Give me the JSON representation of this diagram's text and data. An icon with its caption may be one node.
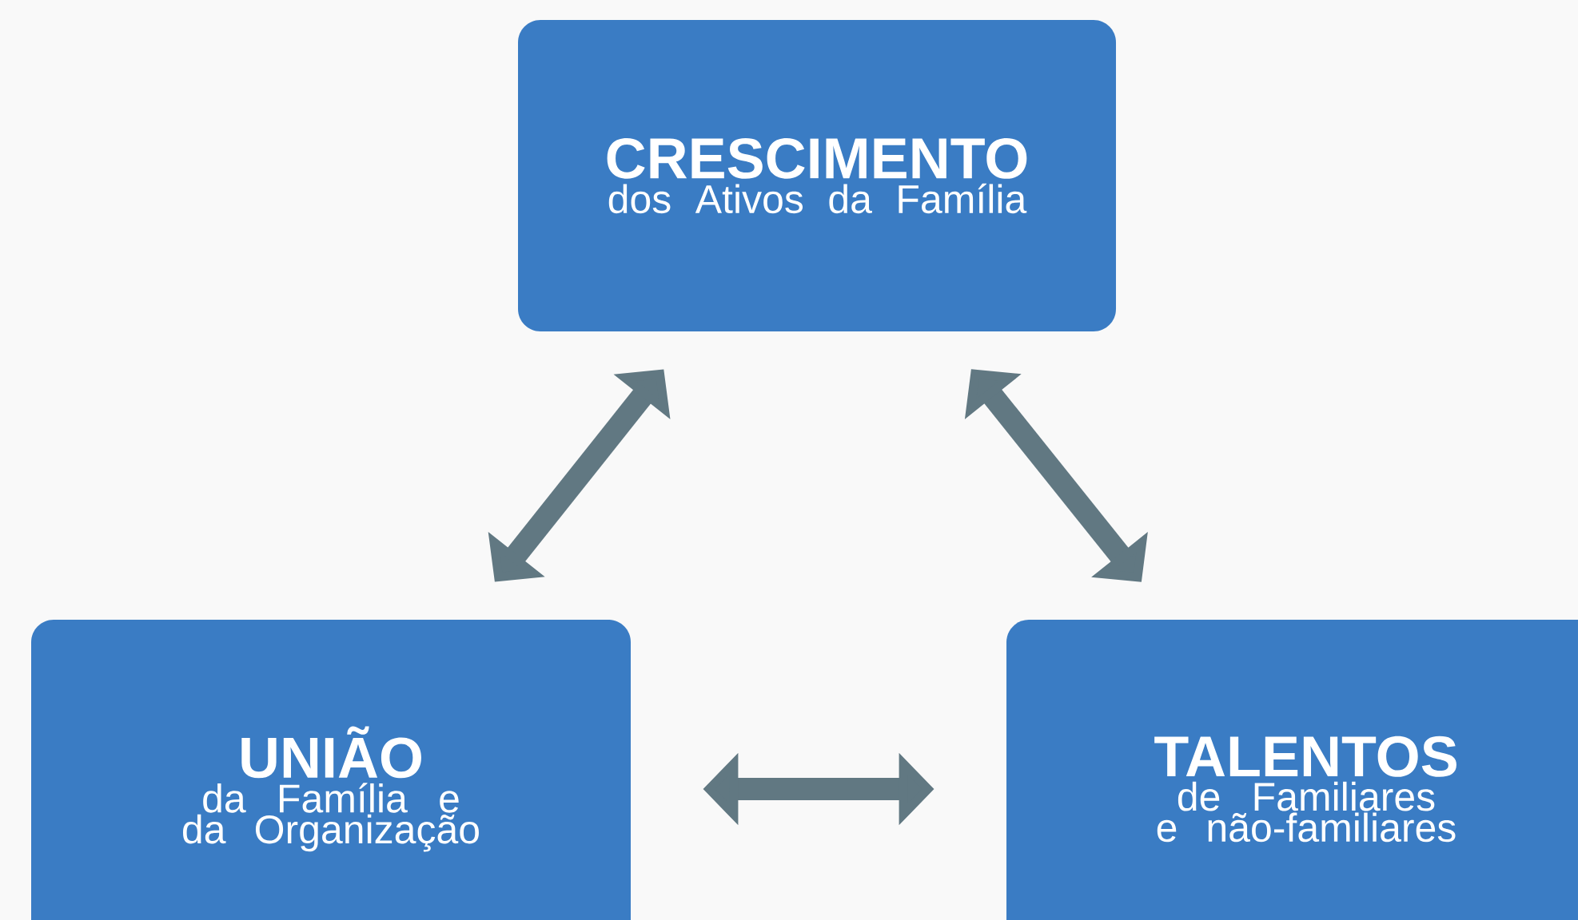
{
  "diagram": {
    "nodes": [
      {
        "text": [
          "CRESCIMENTO",
          "dos Ativos da Família"
        ]
      },
      {
        "text": [
          "UNIÃO",
          "da Família e da Organização"
        ]
      },
      {
        "text": [
          "TALENTOS",
          "de Familiares e não-familiares"
        ]
      }
    ],
    "edges": [
      {
        "from": 0,
        "to": 1,
        "arrow": "both"
      },
      {
        "from": 0,
        "to": 2,
        "arrow": "both"
      },
      {
        "from": 1,
        "to": 2,
        "arrow": "both"
      }
    ]
  }
}
